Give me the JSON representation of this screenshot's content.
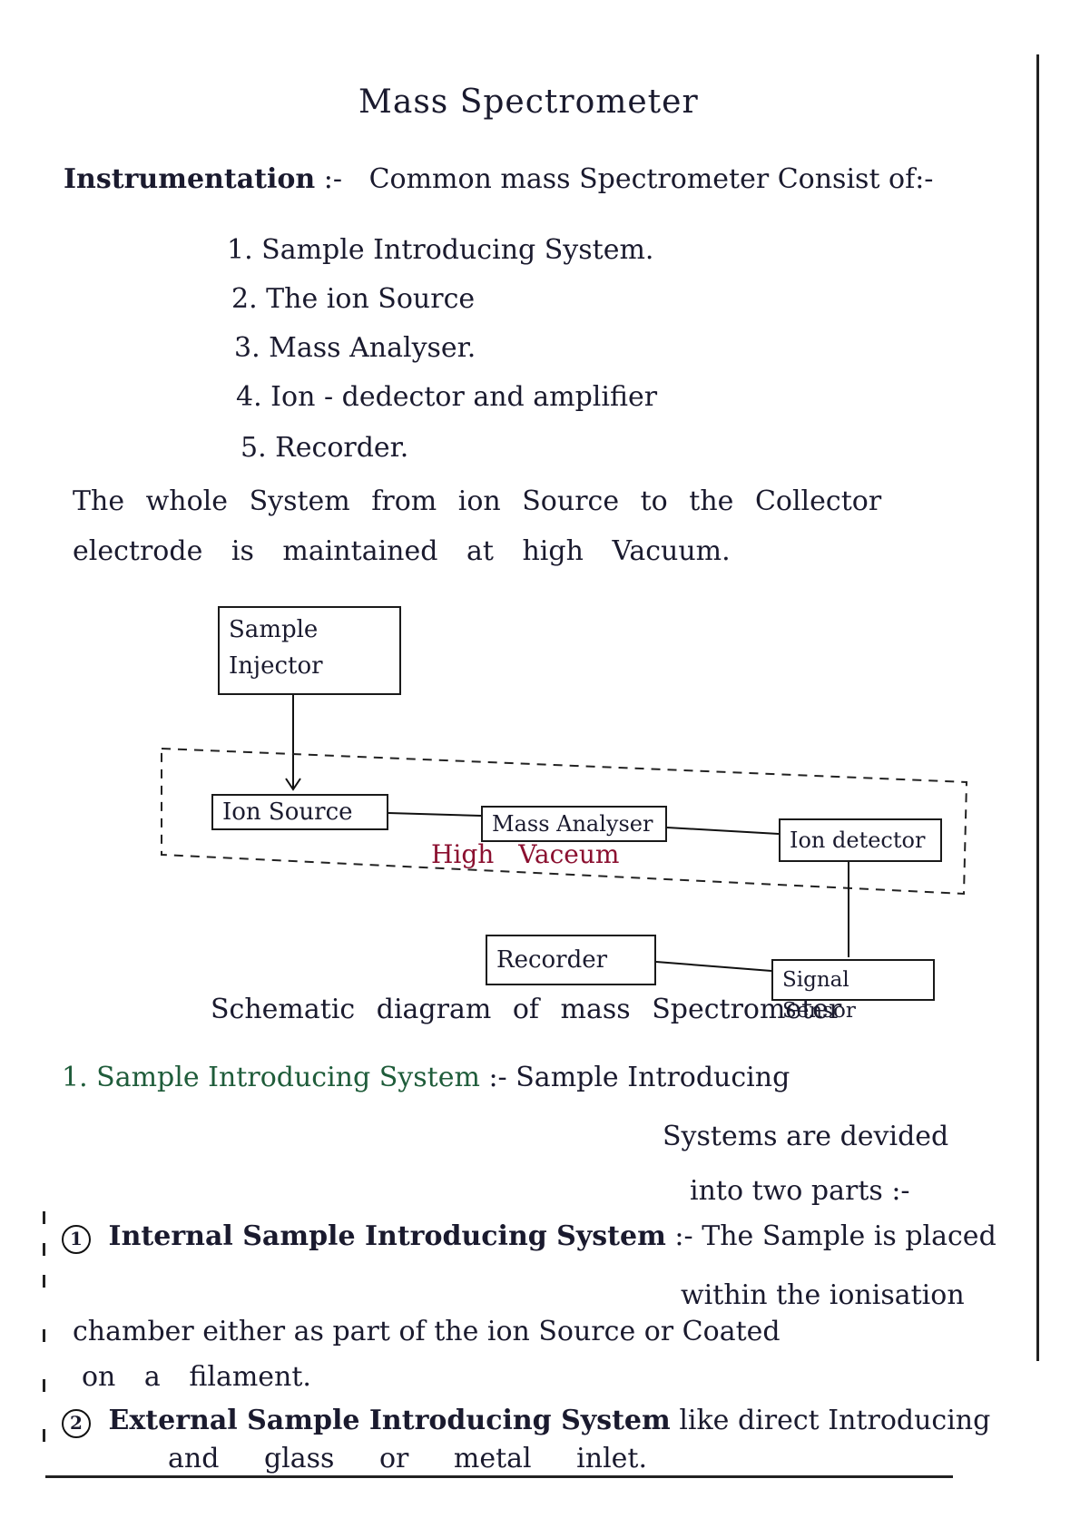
{
  "title": "Mass Spectrometer",
  "instrumentation": {
    "label": "Instrumentation",
    "sep": ":-",
    "text": "Common mass Spectrometer Consist of:-"
  },
  "components": [
    {
      "num": "1.",
      "text": "Sample Introducing System."
    },
    {
      "num": "2.",
      "text": "The ion Source"
    },
    {
      "num": "3.",
      "text": "Mass Analyser."
    },
    {
      "num": "4.",
      "text": "Ion - dedector and amplifier"
    },
    {
      "num": "5.",
      "text": "Recorder."
    }
  ],
  "vacuum_note": {
    "line1": "The whole System from ion Source to the Collector",
    "line2": "electrode is maintained at high Vacuum."
  },
  "diagram": {
    "sample_injector": "Sample Injector",
    "ion_source": "Ion Source",
    "mass_analyser": "Mass Analyser",
    "ion_detector": "Ion detector",
    "high_vacuum": "High Vaceum",
    "recorder": "Recorder",
    "signal_sensor": "Signal Sensor",
    "caption": "Schematic diagram of mass Spectrometer"
  },
  "section1": {
    "heading": "1. Sample Introducing System",
    "sep": ":-",
    "text1": "Sample Introducing",
    "text2": "Systems are devided",
    "text3": "into two parts :-"
  },
  "internal": {
    "num": "1",
    "heading": "Internal Sample Introducing System",
    "sep": ":-",
    "text1": "The Sample is placed",
    "text2": "within the ionisation",
    "text3": "chamber either as part of the ion Source or Coated",
    "text4": "on a filament."
  },
  "external": {
    "num": "2",
    "heading": "External Sample Introducing System",
    "text1": "like direct Introducing",
    "text2": "and glass or metal inlet."
  }
}
